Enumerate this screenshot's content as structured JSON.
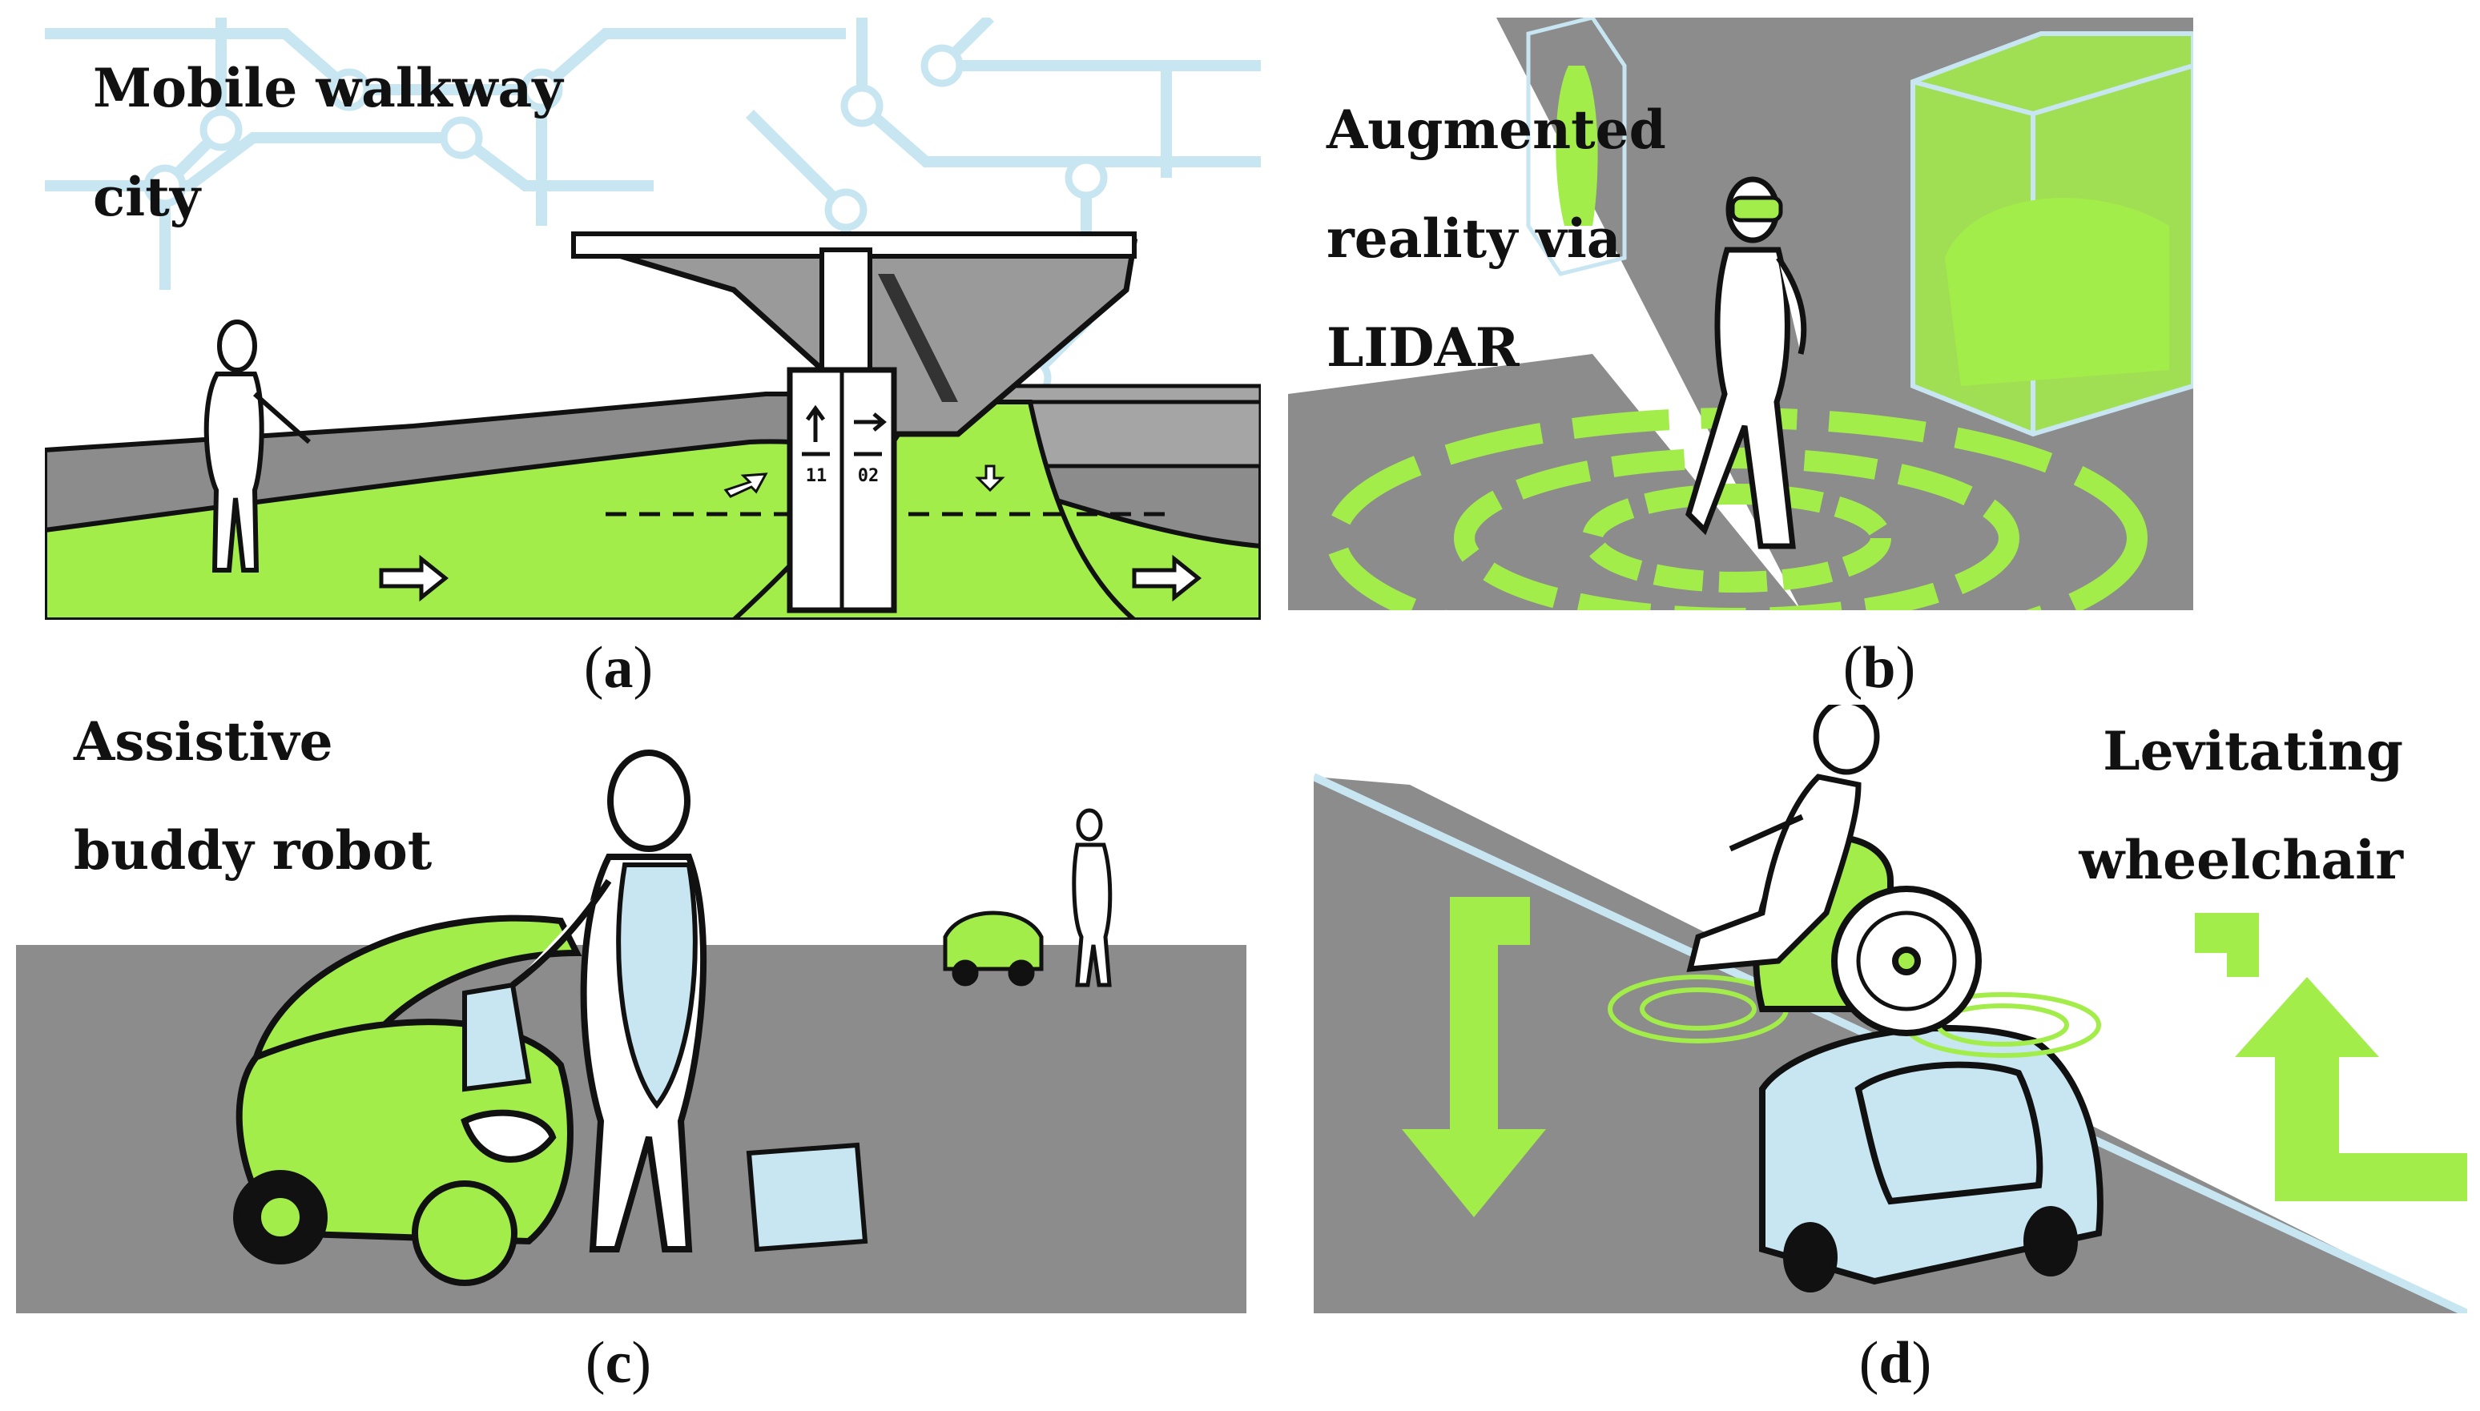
{
  "panels": [
    {
      "id": "a",
      "title_lines": [
        "Mobile walkway",
        "city"
      ],
      "caption": "a",
      "sign_labels": [
        "11",
        "02"
      ]
    },
    {
      "id": "b",
      "title_lines": [
        "Augmented",
        "reality via",
        "LIDAR"
      ],
      "caption": "b"
    },
    {
      "id": "c",
      "title_lines": [
        "Assistive",
        "buddy robot"
      ],
      "caption": "c"
    },
    {
      "id": "d",
      "title_lines": [
        "Levitating",
        "wheelchair"
      ],
      "caption": "d"
    }
  ],
  "colors": {
    "accent_green": "#a3ed4a",
    "road_gray": "#8c8c8c",
    "light_blue": "#c7e6f2",
    "outline": "#111111"
  }
}
